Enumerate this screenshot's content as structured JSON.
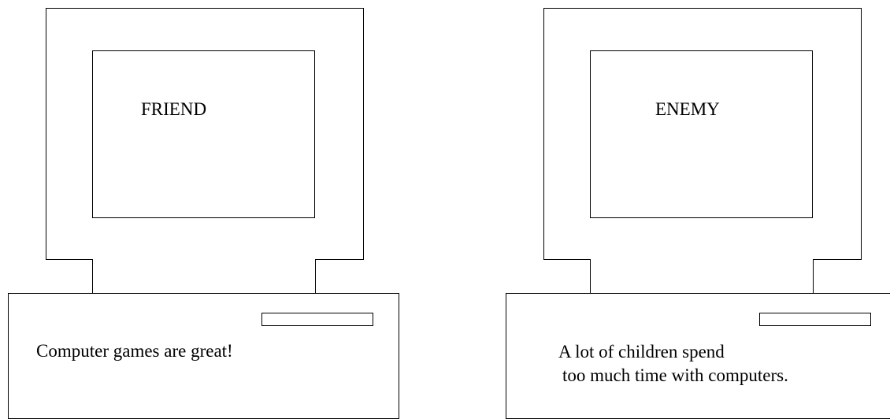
{
  "computers": {
    "left": {
      "screen_label": "FRIEND",
      "caption_lines": [
        "Computer games are great!"
      ]
    },
    "right": {
      "screen_label": "ENEMY",
      "caption_lines": [
        "A lot of children spend",
        "too much time with computers."
      ]
    }
  },
  "colors": {
    "stroke": "#000000",
    "background": "#ffffff"
  }
}
